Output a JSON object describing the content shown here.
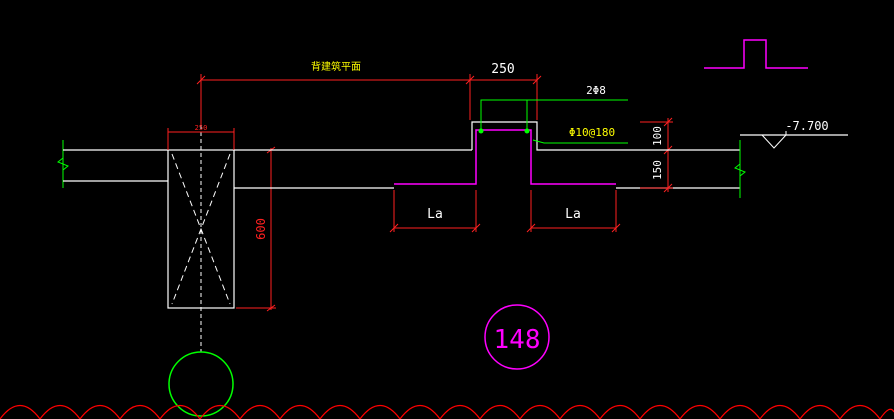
{
  "drawing": {
    "beam_label": "背建筑平面",
    "dim_top_250": "250",
    "rebar_top": "2Φ8",
    "stirrup": "Φ10@180",
    "dim_100": "100",
    "dim_150": "150",
    "elevation": "-7.700",
    "column_width": "250",
    "column_height": "600",
    "la_left": "La",
    "la_right": "La",
    "sheet_number": "148"
  },
  "colors": {
    "background": "#000000",
    "line_white": "#ffffff",
    "dimension_red": "#ff2020",
    "text_yellow": "#ffff00",
    "leader_green": "#00ff00",
    "magenta": "#ff00ff",
    "cloud_red": "#ff0000"
  }
}
